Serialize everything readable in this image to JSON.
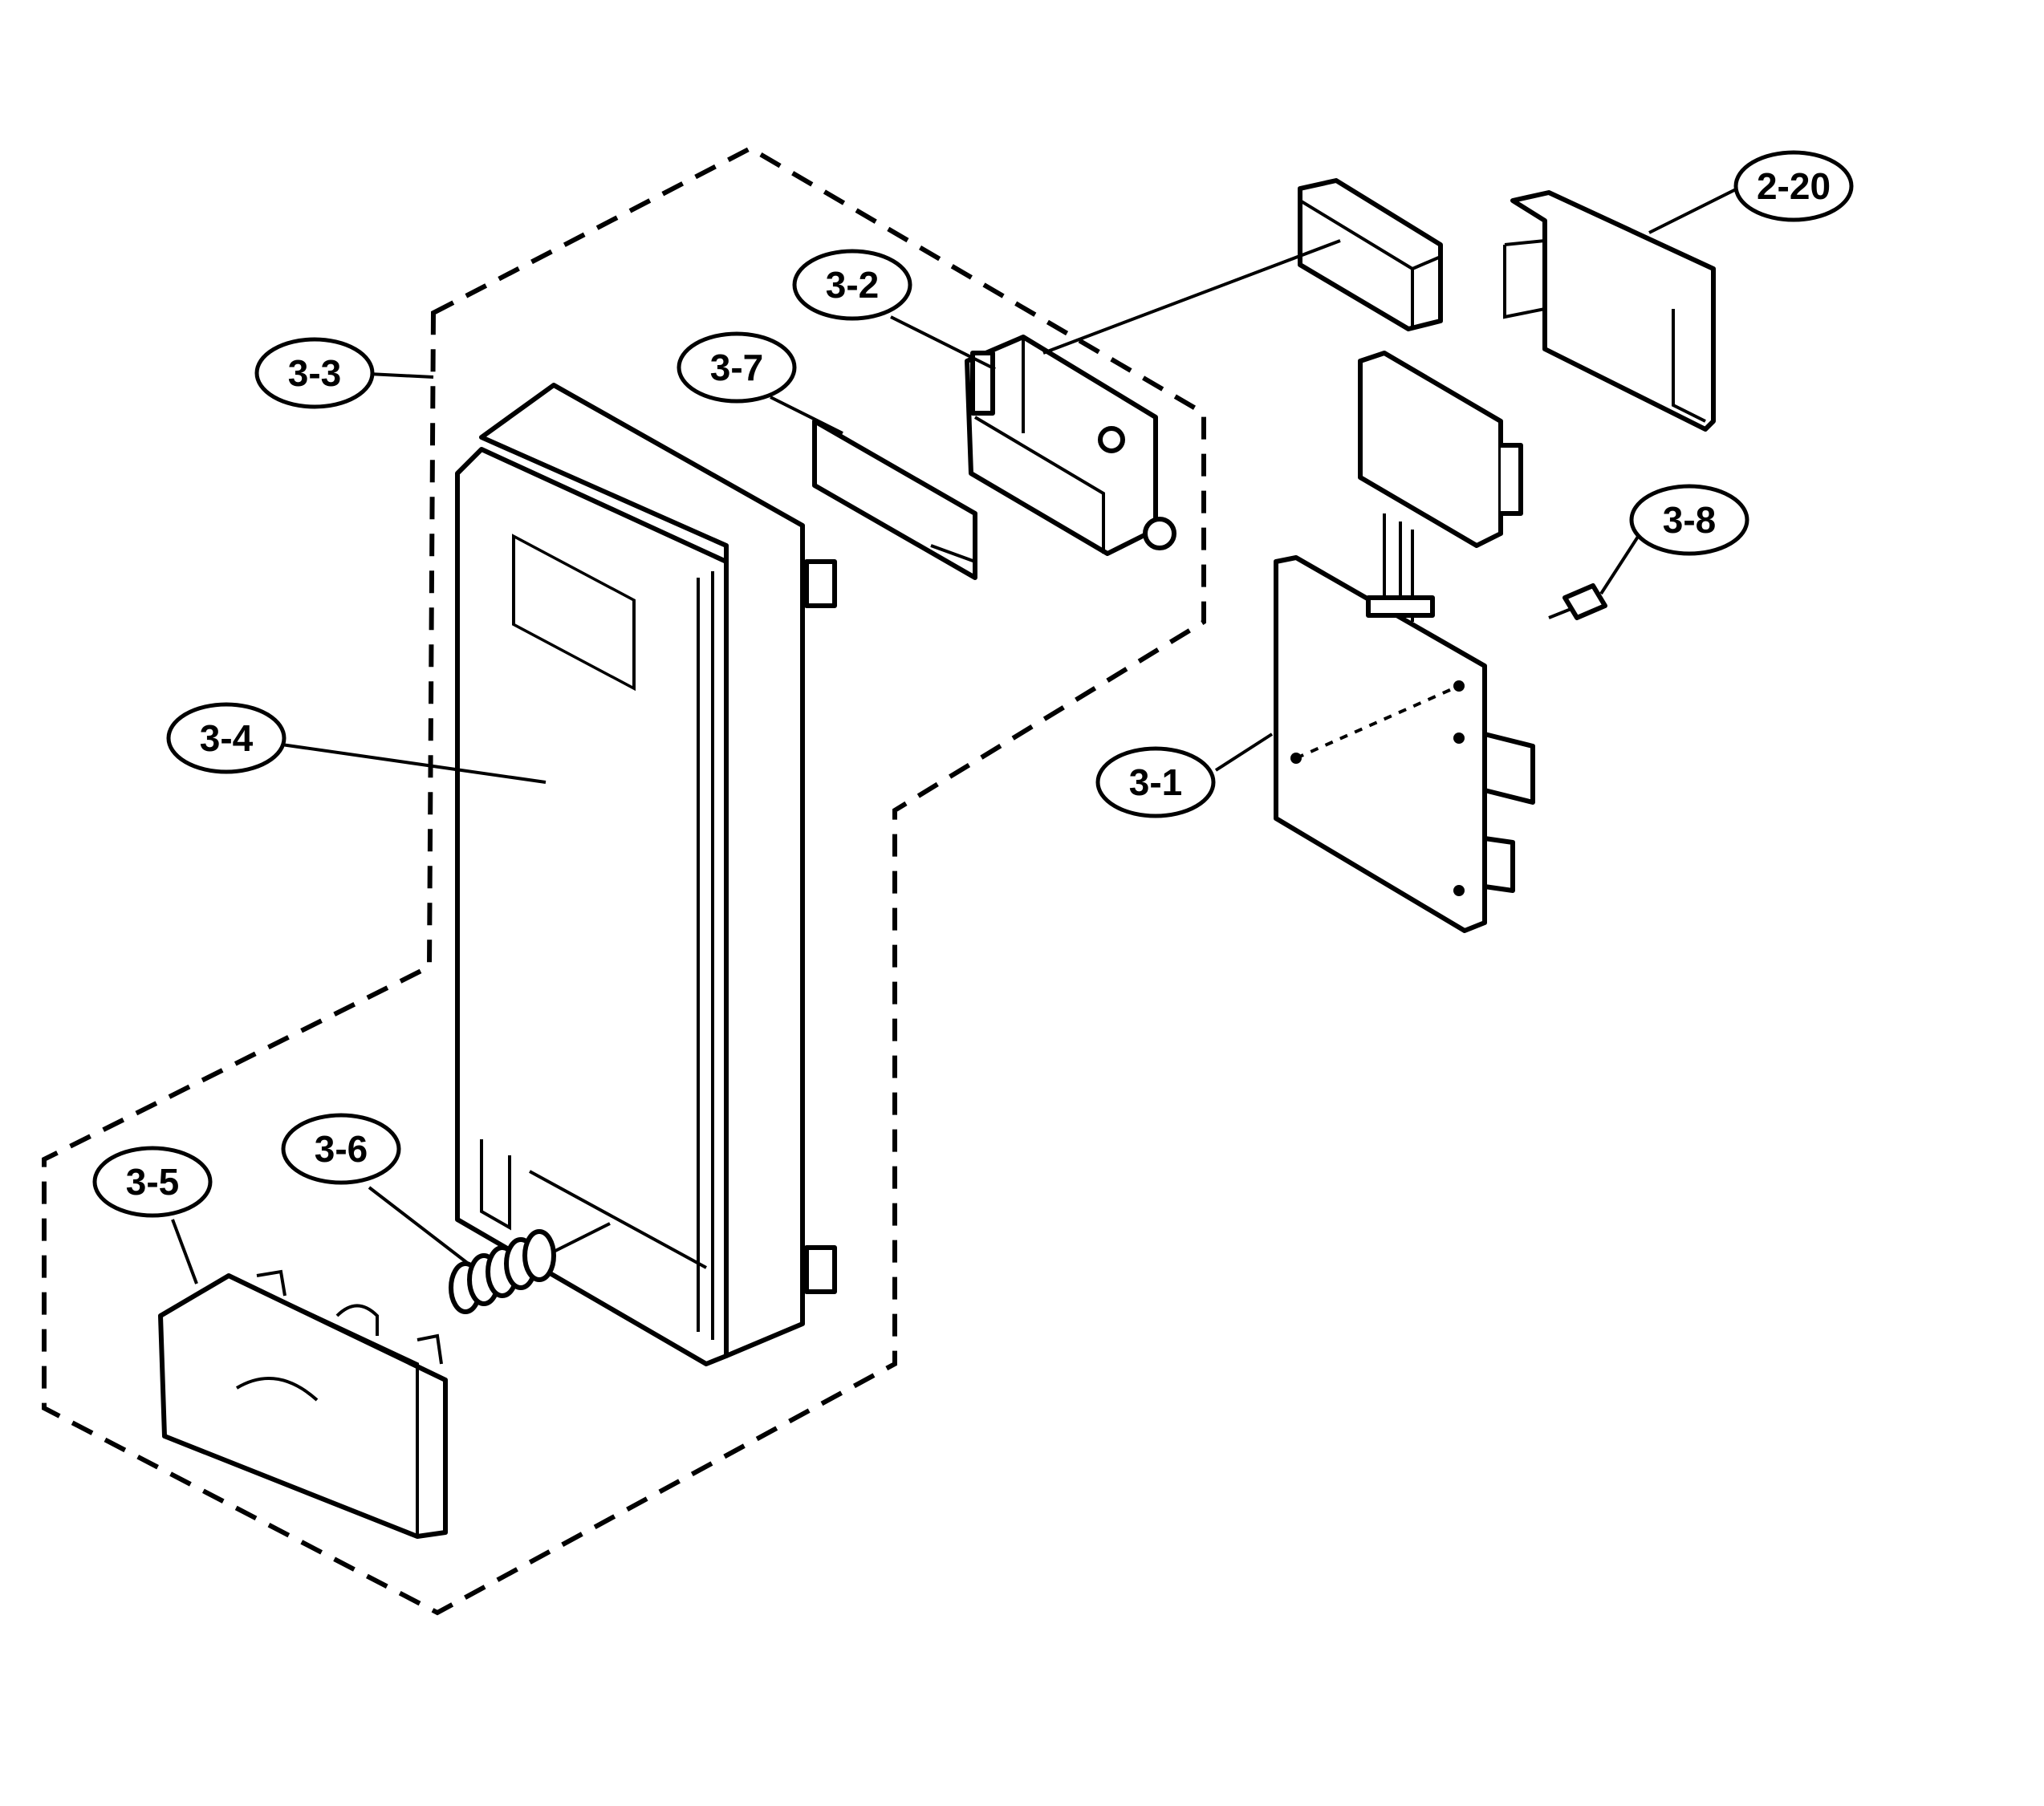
{
  "labels": {
    "l_2_20": "2-20",
    "l_3_1": "3-1",
    "l_3_2": "3-2",
    "l_3_3": "3-3",
    "l_3_4": "3-4",
    "l_3_5": "3-5",
    "l_3_6": "3-6",
    "l_3_7": "3-7",
    "l_3_8": "3-8"
  }
}
